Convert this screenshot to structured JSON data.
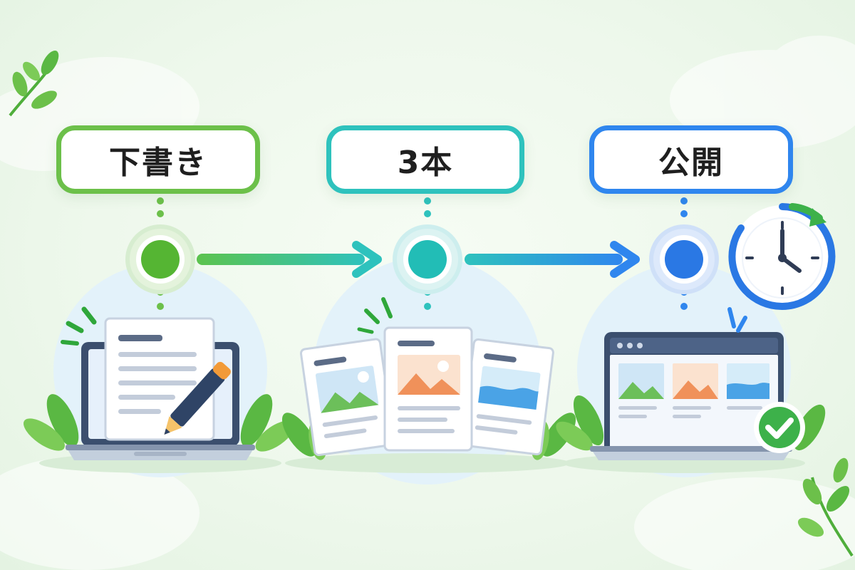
{
  "steps": [
    {
      "label": "下書き",
      "color": "#6cc04a",
      "icon": "laptop-with-document-and-pencil"
    },
    {
      "label": "3本",
      "color": "#2ec2bd",
      "icon": "three-article-cards"
    },
    {
      "label": "公開",
      "color": "#2f86ee",
      "icon": "published-website-with-check"
    }
  ],
  "extras": {
    "clock_icon": "scheduled-clock-icon",
    "check_icon": "check-circle-icon"
  }
}
